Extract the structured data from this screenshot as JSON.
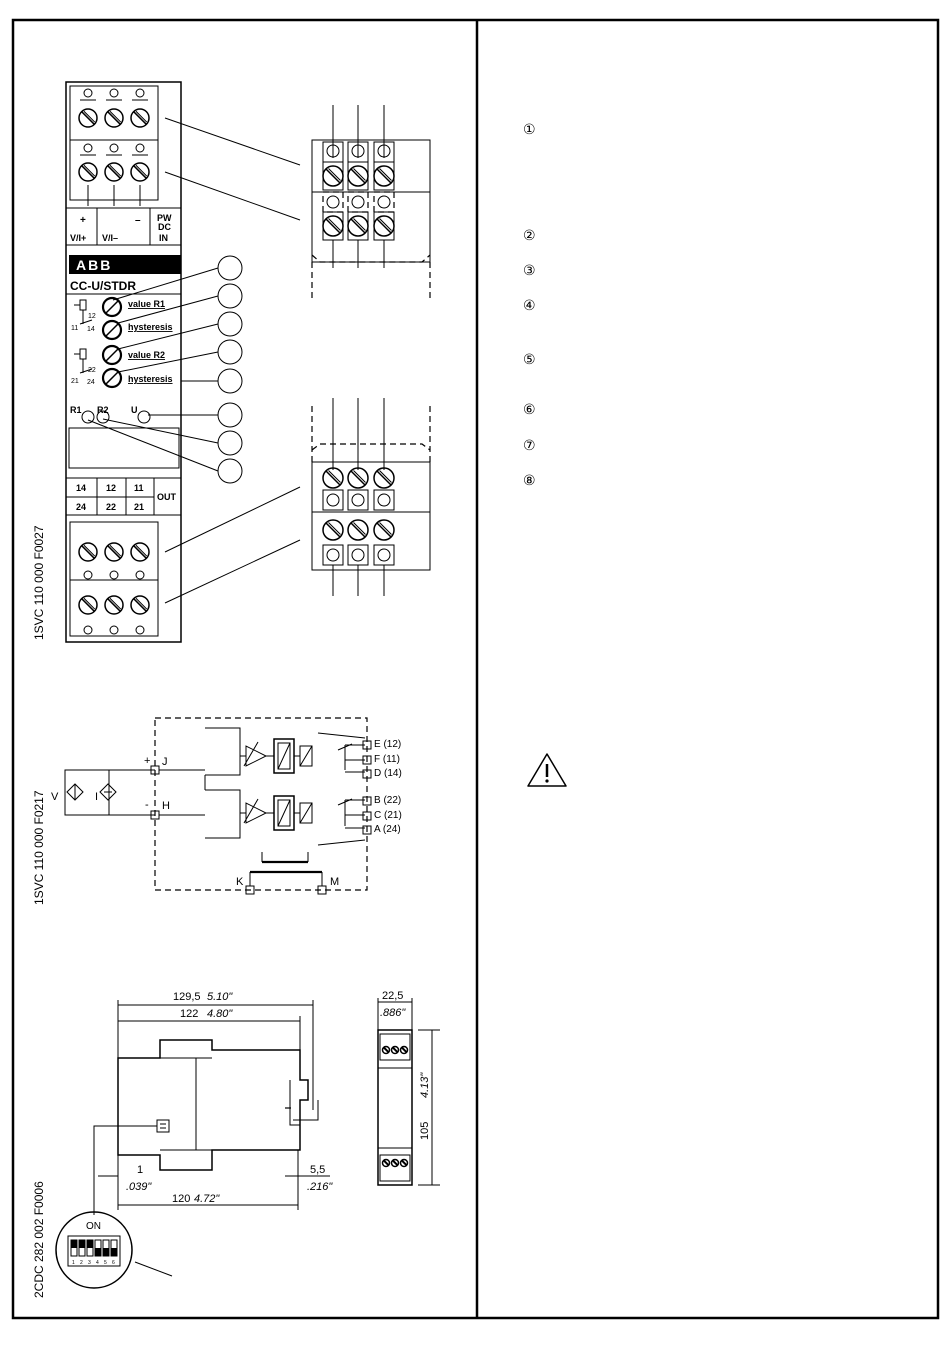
{
  "figure_ids": {
    "front_view": "1SVC 110 000 F0027",
    "circuit": "1SVC 110 000 F0217",
    "dimensions": "2CDC 282 002  F0006"
  },
  "device": {
    "brand": "ABB",
    "model": "CC-U/STDR",
    "top_labels": [
      "+",
      "–",
      "PW",
      "DC",
      "V/I+",
      "V/I–",
      "IN"
    ],
    "pot_labels": [
      "value R1",
      "hysteresis",
      "value R2",
      "hysteresis"
    ],
    "contact_r1": [
      "12",
      "11",
      "14"
    ],
    "contact_r2": [
      "22",
      "21",
      "24"
    ],
    "led_labels": [
      "R1",
      "R2",
      "U"
    ],
    "bottom_top_row": [
      "14",
      "12",
      "11"
    ],
    "bottom_bottom_row": [
      "24",
      "22",
      "21"
    ],
    "out_label": "OUT"
  },
  "legend_numbers": [
    "①",
    "②",
    "③",
    "④",
    "⑤",
    "⑥",
    "⑦",
    "⑧"
  ],
  "circuit": {
    "source_v": "V",
    "source_i": "I",
    "plus": "+",
    "minus": "-",
    "input_j": "J",
    "input_h": "H",
    "terminals_r1": [
      "E (12)",
      "F (11)",
      "D (14)"
    ],
    "terminals_r2": [
      "B (22)",
      "C (21)",
      "A (24)"
    ],
    "supply_k": "K",
    "supply_m": "M"
  },
  "dimensions": {
    "d1": "129,5",
    "d1_in": "5.10\"",
    "d2": "122",
    "d2_in": "4.80\"",
    "d3": "1",
    "d3_in": ".039\"",
    "d4": "120",
    "d4_in": "4.72\"",
    "d5": "5,5",
    "d5_in": ".216\"",
    "w": "22,5",
    "w_in": ".886\"",
    "h": "105",
    "h_in": "4.13\"",
    "dip_label": "ON",
    "dip_numbers": [
      "1",
      "2",
      "3",
      "4",
      "5",
      "6"
    ]
  }
}
